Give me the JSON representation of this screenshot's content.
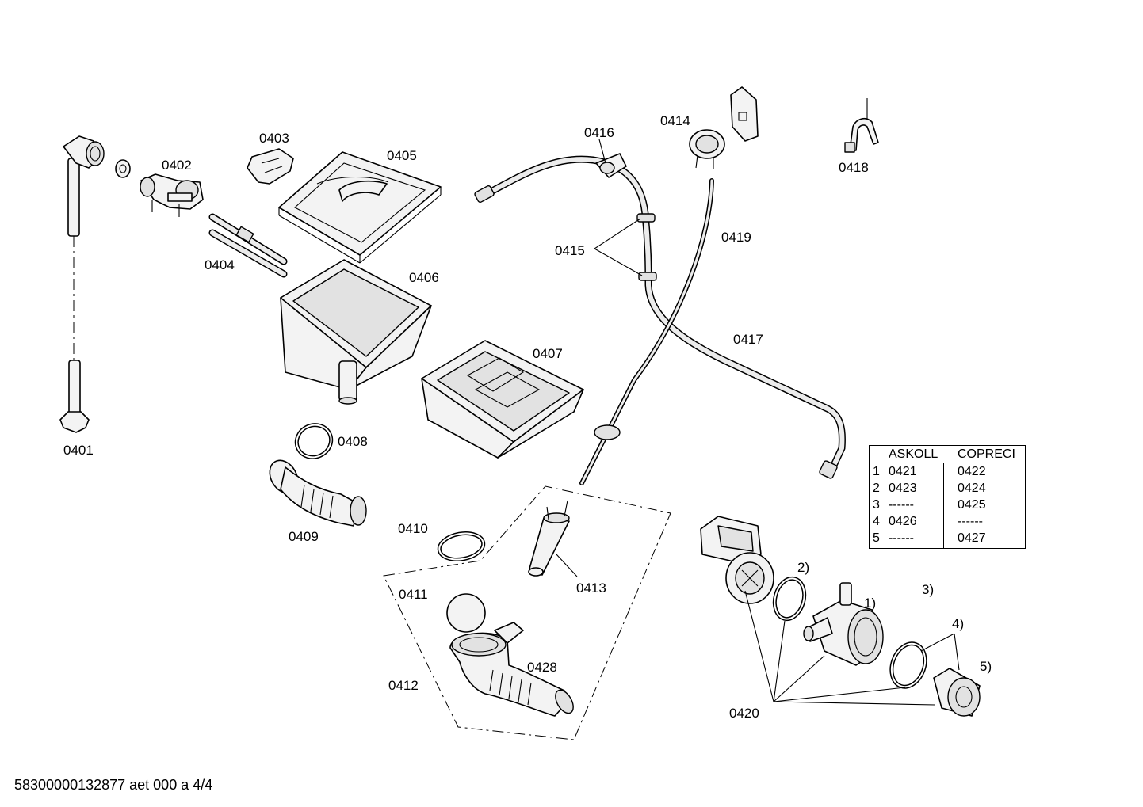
{
  "labels": {
    "p0401": "0401",
    "p0402": "0402",
    "p0403": "0403",
    "p0404": "0404",
    "p0405": "0405",
    "p0406": "0406",
    "p0407": "0407",
    "p0408": "0408",
    "p0409": "0409",
    "p0410": "0410",
    "p0411": "0411",
    "p0412": "0412",
    "p0413": "0413",
    "p0414": "0414",
    "p0415": "0415",
    "p0416": "0416",
    "p0417": "0417",
    "p0418": "0418",
    "p0419": "0419",
    "p0420": "0420",
    "p0428": "0428",
    "sub1": "1)",
    "sub2": "2)",
    "sub3": "3)",
    "sub4": "4)",
    "sub5": "5)"
  },
  "legend": {
    "headers": [
      "ASKOLL",
      "COPRECI"
    ],
    "rows": [
      {
        "n": "1",
        "askoll": "0421",
        "copreci": "0422"
      },
      {
        "n": "2",
        "askoll": "0423",
        "copreci": "0424"
      },
      {
        "n": "3",
        "askoll": "------",
        "copreci": "0425"
      },
      {
        "n": "4",
        "askoll": "0426",
        "copreci": "------"
      },
      {
        "n": "5",
        "askoll": "------",
        "copreci": "0427"
      }
    ]
  },
  "footer": {
    "doc_id": "58300000132877 aet 000 a 4/4"
  }
}
